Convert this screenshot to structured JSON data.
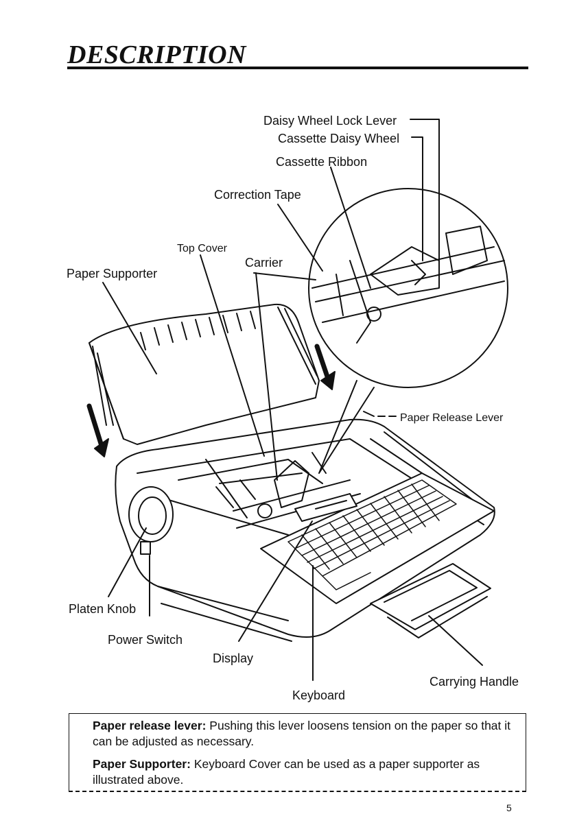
{
  "title": "DESCRIPTION",
  "labels": {
    "daisy_wheel_lock_lever": "Daisy Wheel Lock Lever",
    "cassette_daisy_wheel": "Cassette Daisy Wheel",
    "cassette_ribbon": "Cassette Ribbon",
    "correction_tape": "Correction Tape",
    "top_cover": "Top Cover",
    "carrier": "Carrier",
    "paper_supporter": "Paper Supporter",
    "paper_release_lever": "Paper Release Lever",
    "platen_knob": "Platen Knob",
    "power_switch": "Power Switch",
    "display": "Display",
    "keyboard": "Keyboard",
    "carrying_handle": "Carrying Handle"
  },
  "notes": [
    {
      "term": "Paper release lever:",
      "text": " Pushing this lever loosens tension on the paper so that it can be adjusted as necessary."
    },
    {
      "term": "Paper Supporter:",
      "text": " Keyboard Cover can be used as a paper supporter as illustrated above."
    }
  ],
  "page_number": "5"
}
